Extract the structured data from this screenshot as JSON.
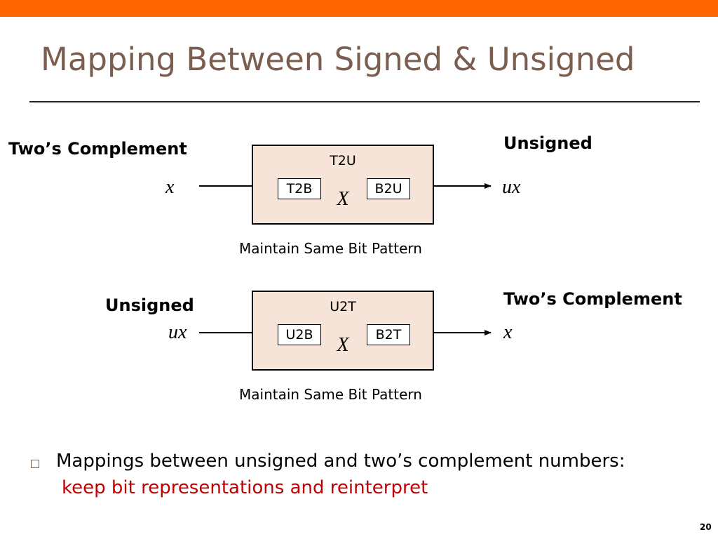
{
  "slide": {
    "title": "Mapping Between Signed & Unsigned",
    "page_number": "20"
  },
  "diagram1": {
    "left_label": "Two’s Complement",
    "right_label": "Unsigned",
    "input_var": "x",
    "output_var": "ux",
    "box_title": "T2U",
    "inner_left": "T2B",
    "inner_right": "B2U",
    "cross_var": "X",
    "caption": "Maintain Same Bit Pattern"
  },
  "diagram2": {
    "left_label": "Unsigned",
    "right_label": "Two’s Complement",
    "input_var": "ux",
    "output_var": "x",
    "box_title": "U2T",
    "inner_left": "U2B",
    "inner_right": "B2T",
    "cross_var": "X",
    "caption": "Maintain Same Bit Pattern"
  },
  "bullets": [
    {
      "text": "Mappings between unsigned and two’s complement numbers:",
      "subtext": "keep bit representations and reinterpret"
    }
  ],
  "colors": {
    "accent_bar": "#FF6600",
    "title": "#7A5E4F",
    "box_fill": "#F7E4D8",
    "highlight_text": "#C00000"
  }
}
